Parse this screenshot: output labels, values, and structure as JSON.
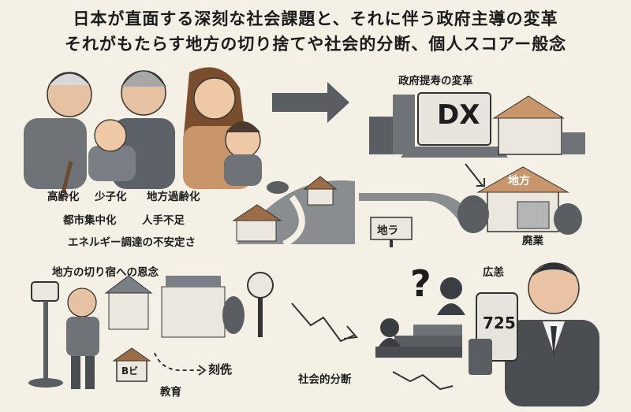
{
  "title": {
    "line1": "日本が直面する深刻な社会課題と、それに伴う政府主導の変革",
    "line2": "それがもたらす地方の切り捨てや社会的分断、個人スコアー般念"
  },
  "labels": {
    "aging": "高齢化",
    "low_birth": "少子化",
    "rural_decline": "地方過齢化",
    "urban_concentration": "都市集中化",
    "labor_shortage": "人手不足",
    "energy": "エネルギー調達の不安定さ",
    "gov_reform": "政府提寿の変革",
    "dx": "DX",
    "chiho_sign": "地方",
    "chiho_road": "地ラ",
    "abandoned": "廃業",
    "rural_fear": "地方の切り宿への恩念",
    "school_sign": "Bビ",
    "education": "教育",
    "destination": "刻侁",
    "social_division": "社会的分断",
    "broad": "広恙",
    "score": "725"
  },
  "colors": {
    "background": "#f5f0e6",
    "ink": "#1d1d1d",
    "gray": "#6f7378",
    "dark_gray": "#4a4e53",
    "skin": "#e9c3a3",
    "accent": "#c9956a"
  }
}
